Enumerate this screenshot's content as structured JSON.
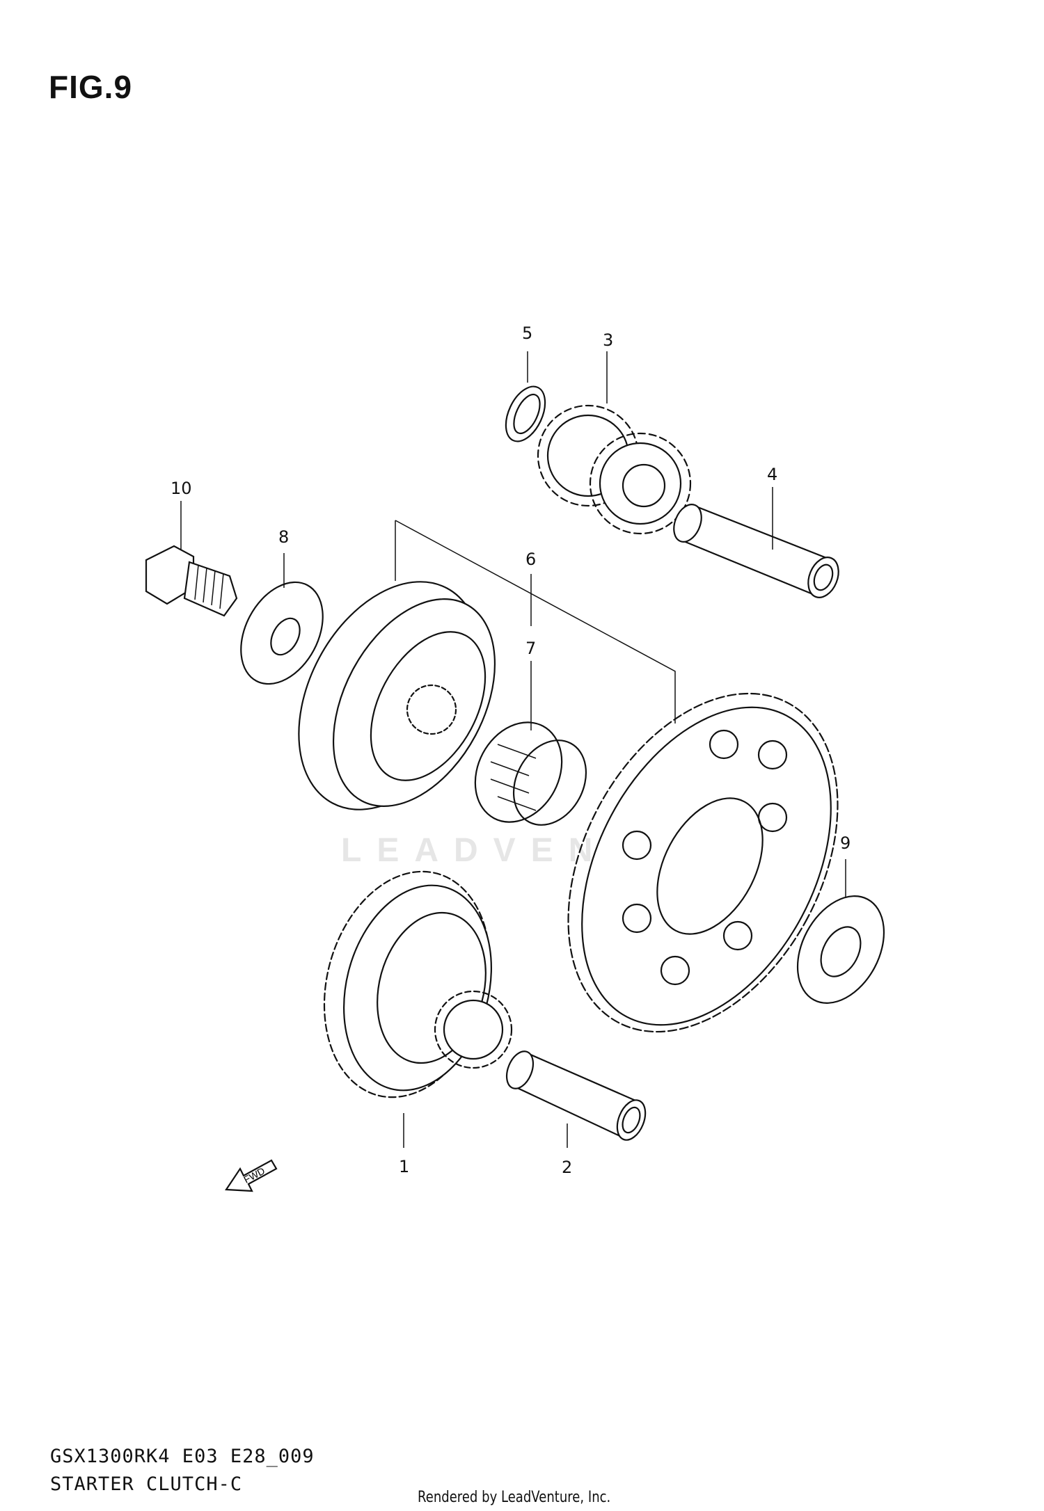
{
  "figure": {
    "title": "FIG.9"
  },
  "callouts": [
    {
      "id": "callout-1",
      "label": "1"
    },
    {
      "id": "callout-2",
      "label": "2"
    },
    {
      "id": "callout-3",
      "label": "3"
    },
    {
      "id": "callout-4",
      "label": "4"
    },
    {
      "id": "callout-5",
      "label": "5"
    },
    {
      "id": "callout-6",
      "label": "6"
    },
    {
      "id": "callout-7",
      "label": "7"
    },
    {
      "id": "callout-8",
      "label": "8"
    },
    {
      "id": "callout-9",
      "label": "9"
    },
    {
      "id": "callout-10",
      "label": "10"
    }
  ],
  "fwd_label": "FWD",
  "watermark": "LEADVENTURE",
  "footer": {
    "model_code": "GSX1300RK4 E03 E28_009",
    "section_name": "STARTER CLUTCH-C",
    "credit": "Rendered by LeadVenture, Inc."
  }
}
